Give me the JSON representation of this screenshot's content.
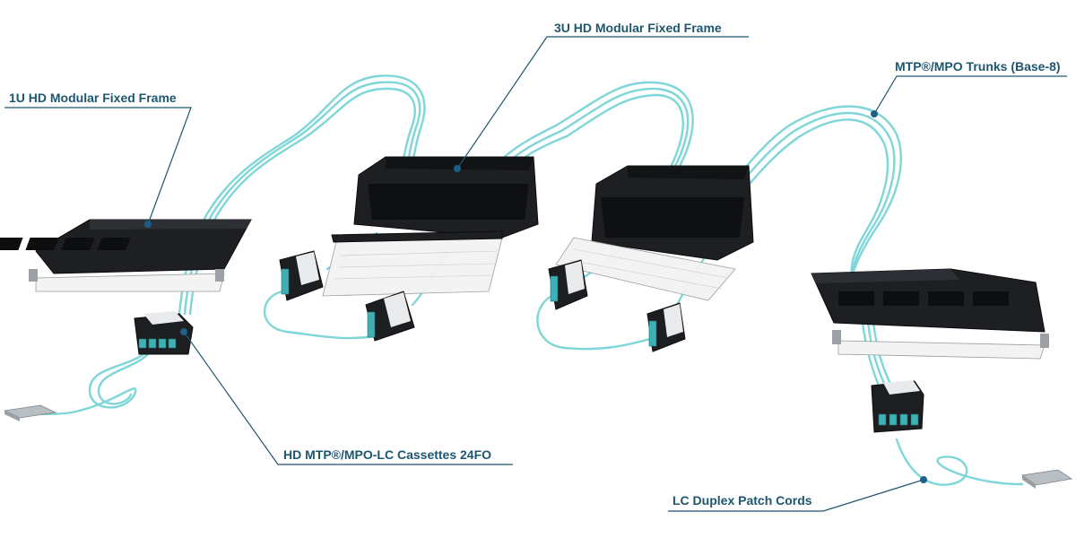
{
  "labels": {
    "frame_1u": "1U HD Modular Fixed Frame",
    "frame_3u": "3U HD Modular Fixed Frame",
    "trunks": "MTP®/MPO Trunks (Base-8)",
    "cassettes": "HD MTP®/MPO-LC Cassettes 24FO",
    "patch_cords": "LC Duplex Patch Cords"
  },
  "colors": {
    "label_text": "#1e5670",
    "leader_dot": "#1e5f8a",
    "fiber_aqua": "#7fd6d9",
    "hardware_black": "#1d1f22"
  },
  "icons": {
    "frame_1u_left": "rack-frame-1u-icon",
    "frame_3u_a": "rack-frame-3u-icon",
    "frame_3u_b": "rack-frame-3u-icon",
    "frame_1u_right": "rack-frame-1u-icon",
    "cassette": "fiber-cassette-icon",
    "transceiver": "transceiver-icon"
  }
}
